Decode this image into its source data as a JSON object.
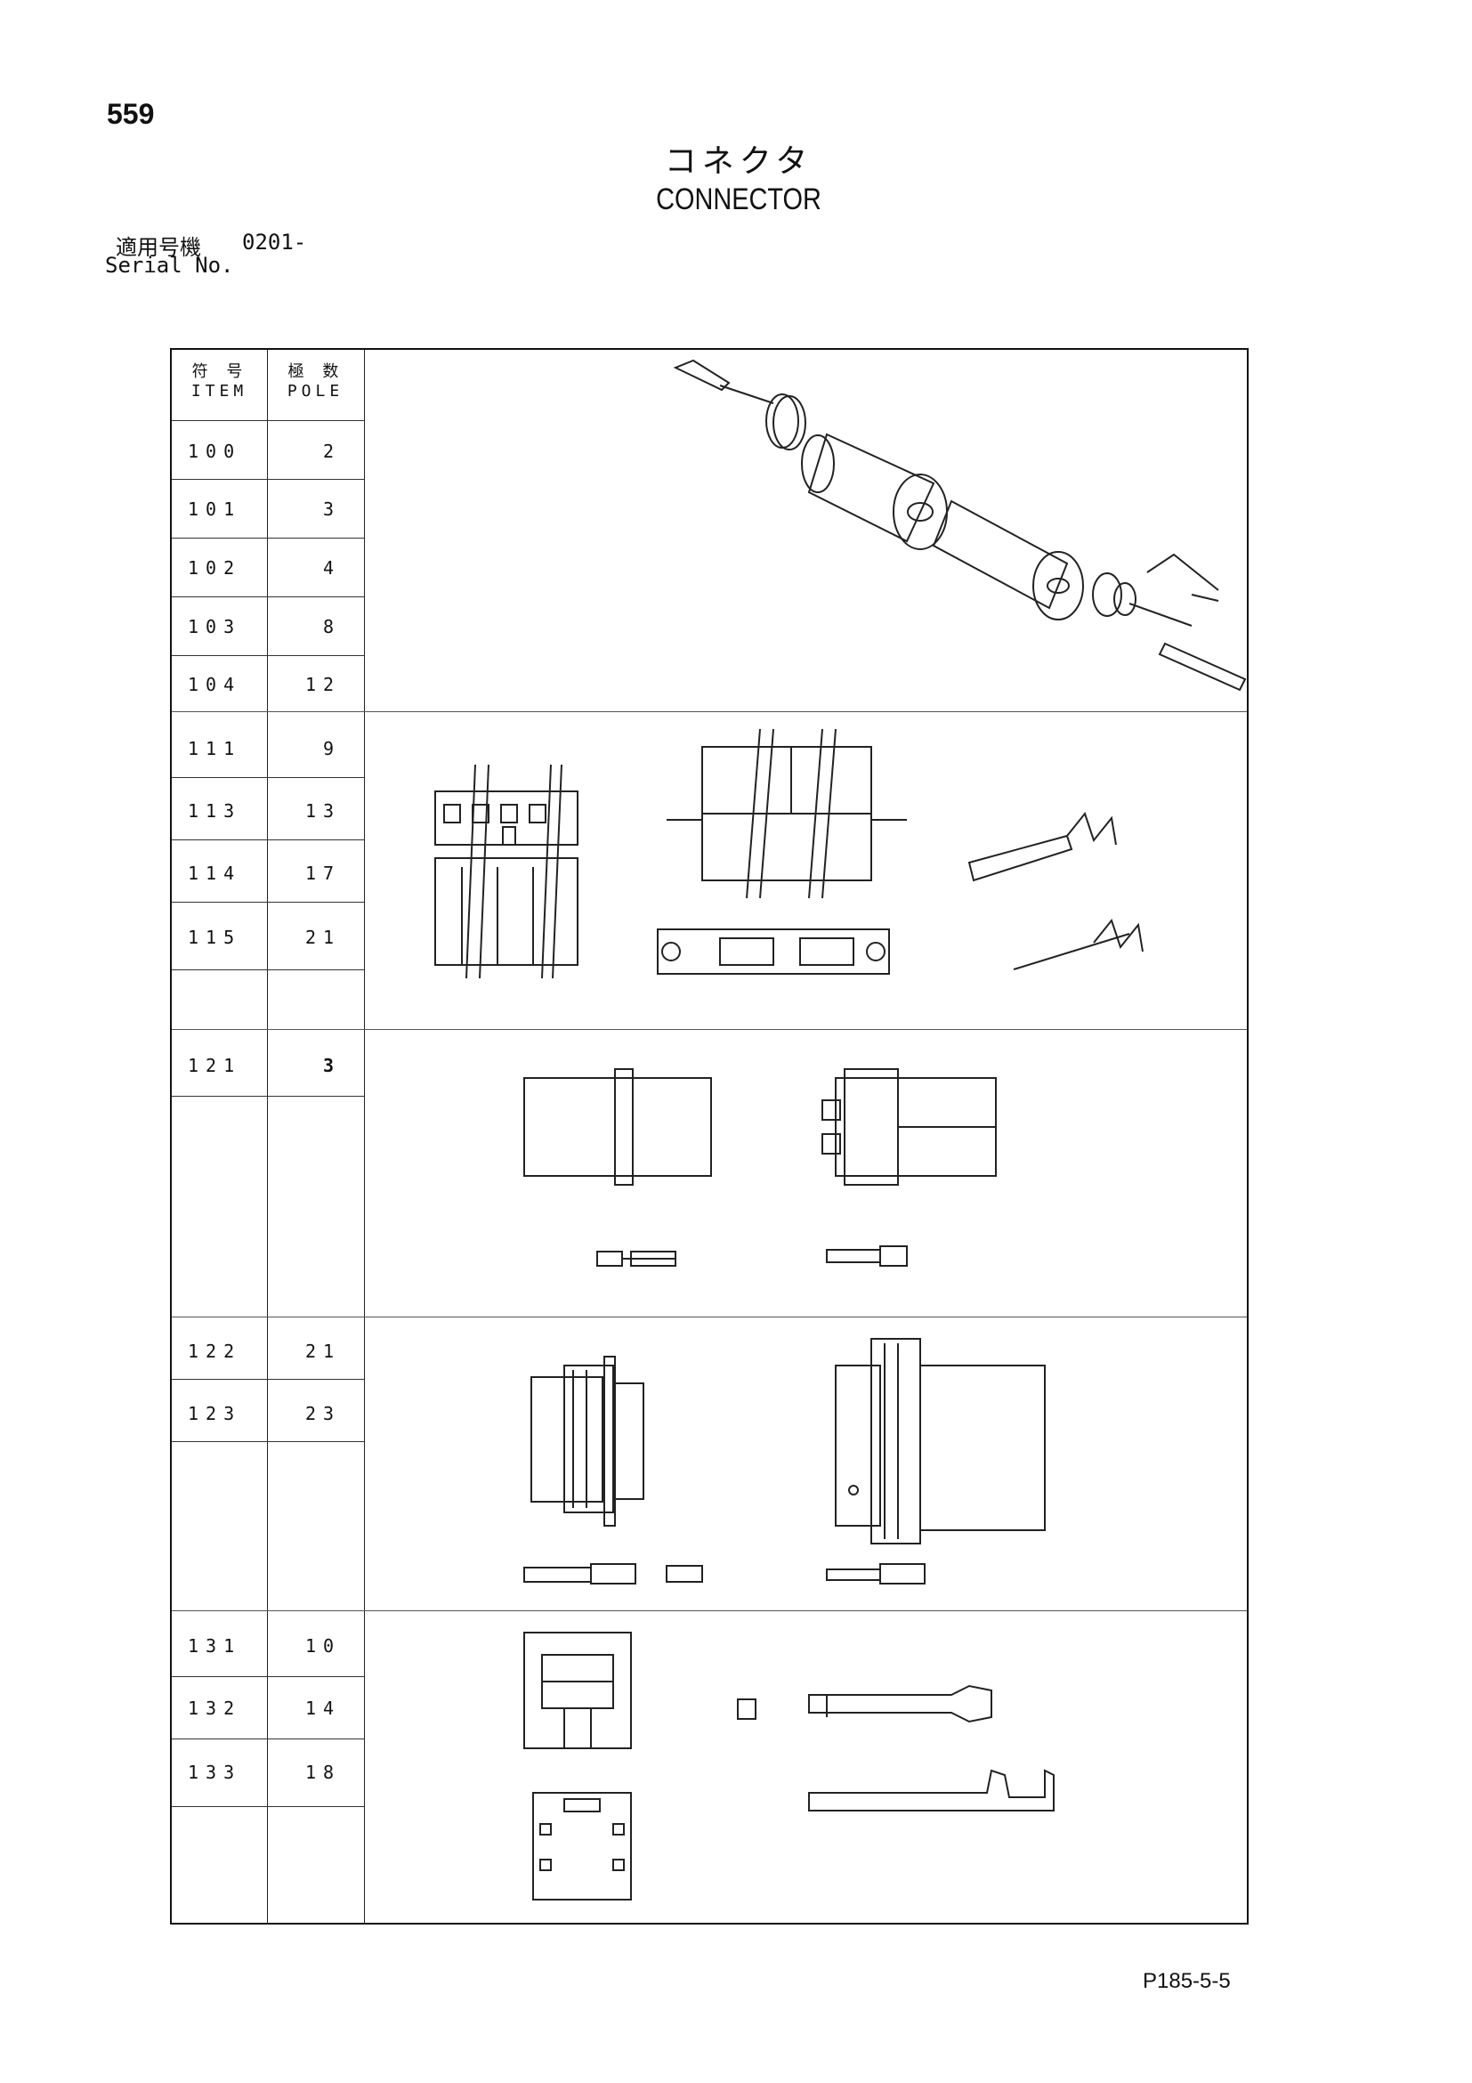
{
  "page": {
    "number": "559",
    "title_jp": "コネクタ",
    "title_en": "CONNECTOR",
    "serial_label_jp": "適用号機",
    "serial_value": "0201-",
    "serial_label_en": "Serial No.",
    "code": "P185-5-5"
  },
  "table": {
    "header": {
      "item_jp": "符 号",
      "item_en": "ITEM",
      "pole_jp": "極 数",
      "pole_en": "POLE"
    },
    "rows": [
      {
        "item": "100",
        "pole": "2"
      },
      {
        "item": "101",
        "pole": "3"
      },
      {
        "item": "102",
        "pole": "4"
      },
      {
        "item": "103",
        "pole": "8"
      },
      {
        "item": "104",
        "pole": "12"
      },
      {
        "item": "111",
        "pole": "9"
      },
      {
        "item": "113",
        "pole": "13"
      },
      {
        "item": "114",
        "pole": "17"
      },
      {
        "item": "115",
        "pole": "21"
      },
      {
        "item": "121",
        "pole": "3"
      },
      {
        "item": "122",
        "pole": "21"
      },
      {
        "item": "123",
        "pole": "23"
      },
      {
        "item": "131",
        "pole": "10"
      },
      {
        "item": "132",
        "pole": "14"
      },
      {
        "item": "133",
        "pole": "18"
      }
    ]
  }
}
